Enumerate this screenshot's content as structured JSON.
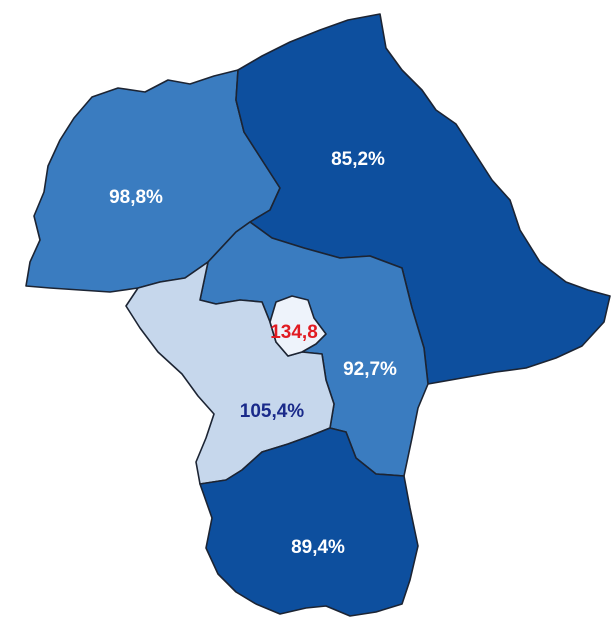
{
  "regions": {
    "north_west": {
      "label": "98,8%",
      "fill": "#3a7cc0",
      "text_color": "#ffffff"
    },
    "north_east": {
      "label": "85,2%",
      "fill": "#0d4f9e",
      "text_color": "#ffffff"
    },
    "center_east": {
      "label": "92,7%",
      "fill": "#3a7cc0",
      "text_color": "#ffffff"
    },
    "center_west": {
      "label": "105,4%",
      "fill": "#c6d7ec",
      "text_color": "#1a2a8a"
    },
    "capital": {
      "label": "134,8",
      "fill": "#eef3fb",
      "text_color": "#e11b22"
    },
    "south": {
      "label": "89,4%",
      "fill": "#0d4f9e",
      "text_color": "#ffffff"
    }
  }
}
